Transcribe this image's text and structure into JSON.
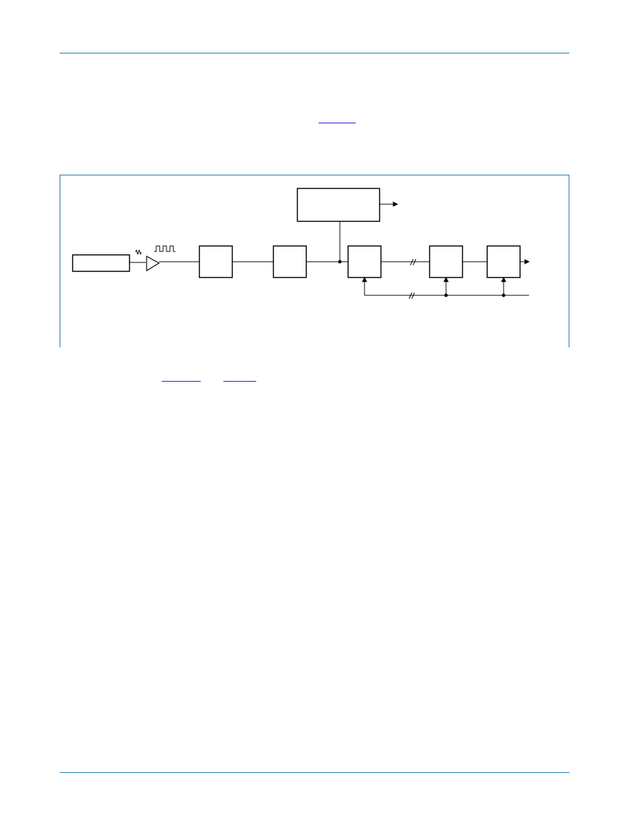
{
  "colors": {
    "rule": "#1b7aa6",
    "link": "#1a1ad6",
    "frame": "#1b7aa6",
    "diagram_stroke": "#000000"
  },
  "header": {
    "text": ""
  },
  "footer": {
    "text": ""
  },
  "diagram": {
    "description_text": "",
    "blocks": [
      {
        "id": "source-block",
        "label": ""
      },
      {
        "id": "top-block",
        "label": ""
      },
      {
        "id": "block-1",
        "label": ""
      },
      {
        "id": "block-2",
        "label": ""
      },
      {
        "id": "block-3",
        "label": ""
      },
      {
        "id": "block-4",
        "label": ""
      },
      {
        "id": "block-5",
        "label": ""
      }
    ]
  }
}
